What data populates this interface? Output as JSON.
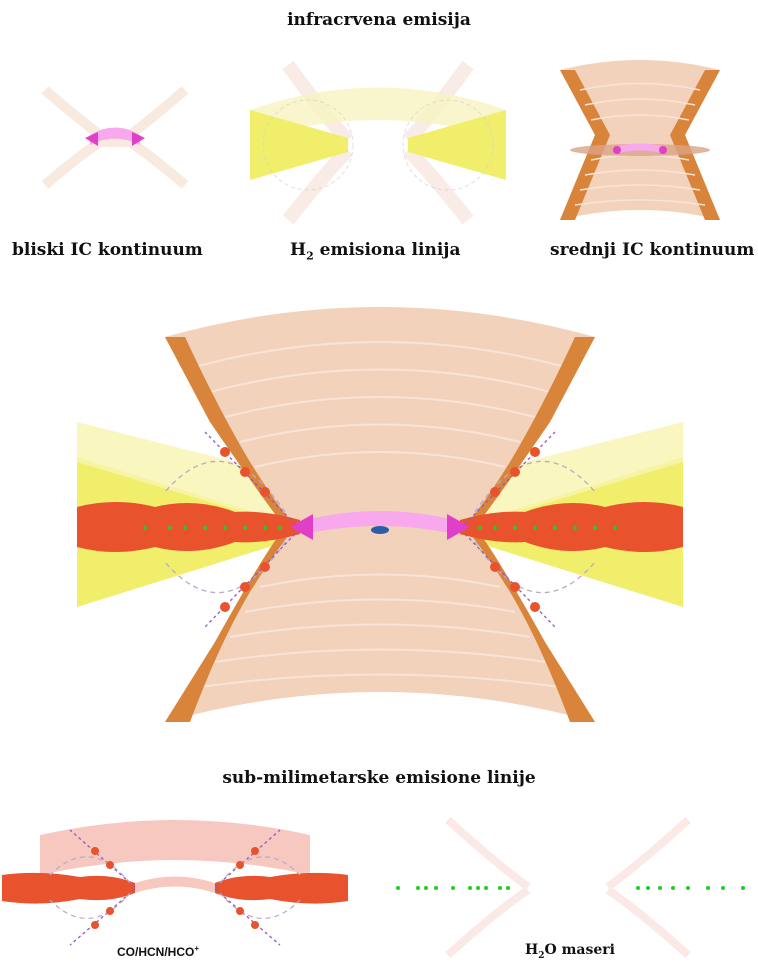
{
  "titles": {
    "infrared": "infracrvena emisija",
    "submm": "sub-milimetarske emisione linije"
  },
  "panels": {
    "near_ir": "bliski IC kontinuum",
    "h2_prefix": "H",
    "h2_sub": "2",
    "h2_suffix": " emisiona linija",
    "mid_ir": "srednji IC kontinuum",
    "co": "CO/HCN/HCO",
    "co_sup": "+",
    "h2o_prefix": "H",
    "h2o_sub": "2",
    "h2o_suffix": "O  maseri"
  },
  "colors": {
    "torus_fill": "#f3d2bc",
    "torus_edge": "#d9843b",
    "torus_lines": "#f7e4d6",
    "yellow_disk": "#f0ee6a",
    "yellow_light": "#f8f4b0",
    "red_disk": "#e8522c",
    "hot_ring": "#f07be0",
    "maser_green": "#22cc22",
    "outflow_purple": "#9955bb",
    "core_blue": "#2a5fa8"
  }
}
